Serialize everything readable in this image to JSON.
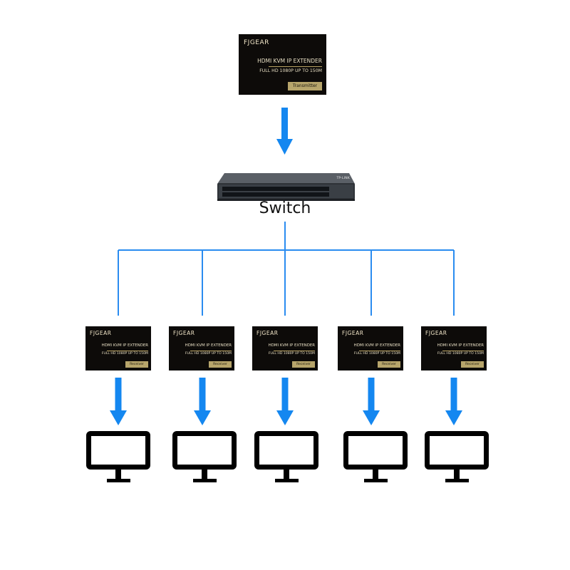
{
  "colors": {
    "arrow": "#1487f0",
    "line": "#2a8cf0",
    "device_bg": "#0d0b09",
    "tag_bg": "#b7a56b",
    "monitor": "#000000"
  },
  "transmitter": {
    "brand": "FJGEAR",
    "line1": "HDMI KVM IP EXTENDER",
    "line2": "FULL HD 1080P UP TO 150M",
    "tag": "Transmitter"
  },
  "switch": {
    "label": "Switch",
    "brand": "TP-LINK"
  },
  "receivers": [
    {
      "brand": "FJGEAR",
      "line1": "HDMI KVM IP EXTENDER",
      "line2": "FULL HD 1080P UP TO 150M",
      "tag": "Receiver"
    },
    {
      "brand": "FJGEAR",
      "line1": "HDMI KVM IP EXTENDER",
      "line2": "FULL HD 1080P UP TO 150M",
      "tag": "Receiver"
    },
    {
      "brand": "FJGEAR",
      "line1": "HDMI KVM IP EXTENDER",
      "line2": "FULL HD 1080P UP TO 150M",
      "tag": "Receiver"
    },
    {
      "brand": "FJGEAR",
      "line1": "HDMI KVM IP EXTENDER",
      "line2": "FULL HD 1080P UP TO 150M",
      "tag": "Receiver"
    },
    {
      "brand": "FJGEAR",
      "line1": "HDMI KVM IP EXTENDER",
      "line2": "FULL HD 1080P UP TO 150M",
      "tag": "Receiver"
    }
  ],
  "monitors": [
    {
      "icon": "monitor-icon"
    },
    {
      "icon": "monitor-icon"
    },
    {
      "icon": "monitor-icon"
    },
    {
      "icon": "monitor-icon"
    },
    {
      "icon": "monitor-icon"
    }
  ]
}
